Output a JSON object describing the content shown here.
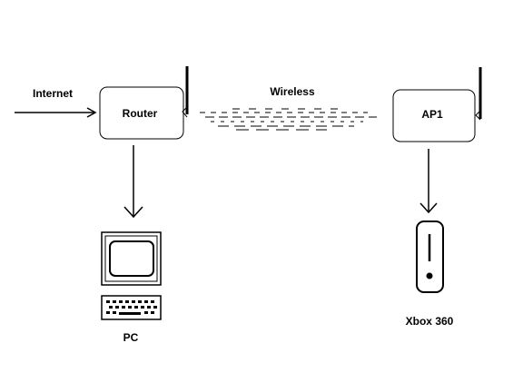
{
  "labels": {
    "internet": "Internet",
    "router": "Router",
    "wireless": "Wireless",
    "ap": "AP1",
    "pc": "PC",
    "xbox": "Xbox 360"
  },
  "icons": [
    "antenna-icon",
    "monitor-icon",
    "keyboard-icon",
    "xbox-console-icon",
    "arrow-icon"
  ]
}
